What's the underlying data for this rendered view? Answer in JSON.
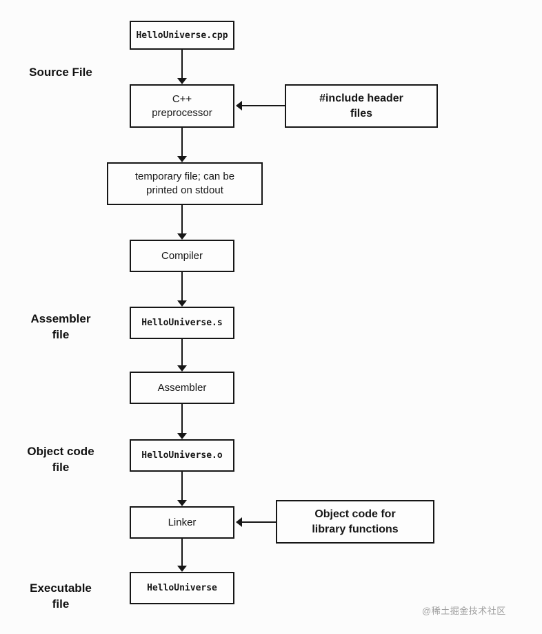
{
  "diagram": {
    "nodes": {
      "source_cpp": {
        "label": "HelloUniverse.cpp"
      },
      "preprocessor": {
        "label": "C++\npreprocessor"
      },
      "include_headers": {
        "label": "#include header\nfiles"
      },
      "temp_file": {
        "label": "temporary file; can be\nprinted on stdout"
      },
      "compiler": {
        "label": "Compiler"
      },
      "assembler_source": {
        "label": "HelloUniverse.s"
      },
      "assembler": {
        "label": "Assembler"
      },
      "object_file": {
        "label": "HelloUniverse.o"
      },
      "linker": {
        "label": "Linker"
      },
      "library_objects": {
        "label": "Object code for\nlibrary functions"
      },
      "executable": {
        "label": "HelloUniverse"
      }
    },
    "side_labels": {
      "source_file": "Source File",
      "assembler_file": "Assembler\nfile",
      "object_code_file": "Object code\nfile",
      "executable_file": "Executable\nfile"
    },
    "edges": [
      {
        "from": "source_cpp",
        "to": "preprocessor"
      },
      {
        "from": "include_headers",
        "to": "preprocessor"
      },
      {
        "from": "preprocessor",
        "to": "temp_file"
      },
      {
        "from": "temp_file",
        "to": "compiler"
      },
      {
        "from": "compiler",
        "to": "assembler_source"
      },
      {
        "from": "assembler_source",
        "to": "assembler"
      },
      {
        "from": "assembler",
        "to": "object_file"
      },
      {
        "from": "object_file",
        "to": "linker"
      },
      {
        "from": "library_objects",
        "to": "linker"
      },
      {
        "from": "linker",
        "to": "executable"
      }
    ],
    "watermark": "@稀土掘金技术社区"
  }
}
